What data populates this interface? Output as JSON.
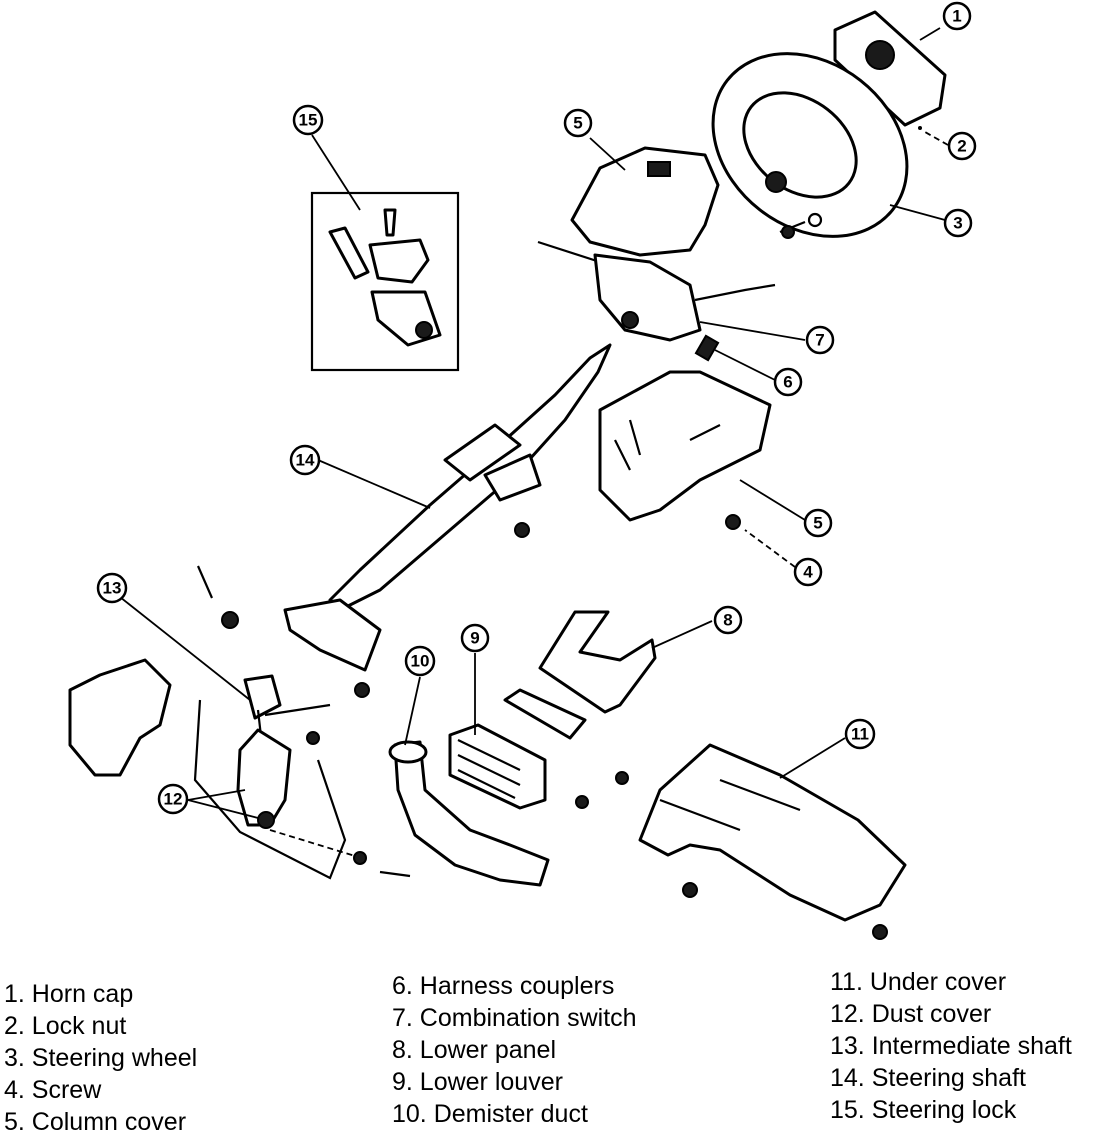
{
  "callouts": [
    "1",
    "2",
    "3",
    "4",
    "5",
    "5",
    "6",
    "7",
    "8",
    "9",
    "10",
    "11",
    "12",
    "13",
    "14",
    "15"
  ],
  "legend": {
    "col1": [
      "1. Horn cap",
      "2. Lock nut",
      "3. Steering wheel",
      "4. Screw",
      "5. Column cover"
    ],
    "col2": [
      "6. Harness couplers",
      "7. Combination switch",
      "8. Lower panel",
      "9. Lower louver",
      "10. Demister duct"
    ],
    "col3": [
      "11. Under cover",
      "12. Dust cover",
      "13. Intermediate shaft",
      "14. Steering shaft",
      "15. Steering lock"
    ]
  }
}
